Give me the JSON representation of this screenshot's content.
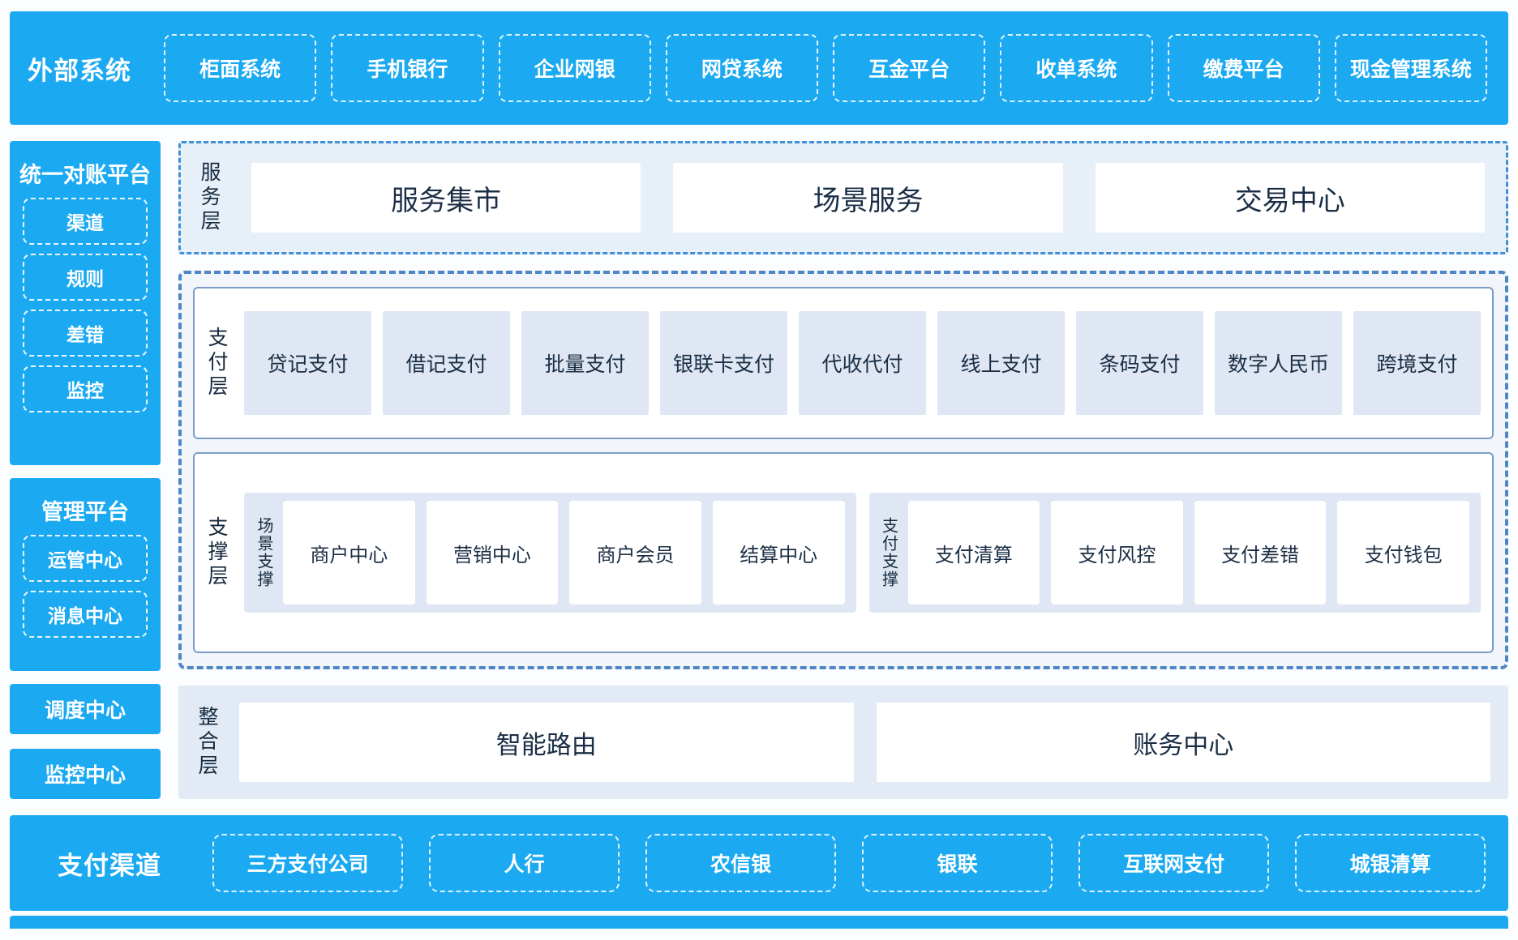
{
  "colors": {
    "accent_blue": "#1BAAF2",
    "panel_light_blue": "#E7EFF8",
    "card_light_blue": "#DEE7F3",
    "dashed_border_blue": "#4E86C6",
    "solid_border_blue": "#7B9CC9",
    "text_dark": "#1B2E45",
    "white": "#FFFFFF"
  },
  "top_bar": {
    "label": "外部系统",
    "items": [
      "柜面系统",
      "手机银行",
      "企业网银",
      "网贷系统",
      "互金平台",
      "收单系统",
      "缴费平台",
      "现金管理系统"
    ]
  },
  "sidebar": {
    "panels": [
      {
        "title": "统一对账平台",
        "items": [
          "渠道",
          "规则",
          "差错",
          "监控"
        ]
      },
      {
        "title": "管理平台",
        "items": [
          "运管中心",
          "消息中心"
        ]
      }
    ],
    "blocks": [
      "调度中心",
      "监控中心"
    ]
  },
  "layers": {
    "service": {
      "label": "服务层",
      "items": [
        "服务集市",
        "场景服务",
        "交易中心"
      ]
    },
    "payment": {
      "label": "支付层",
      "items": [
        "贷记支付",
        "借记支付",
        "批量支付",
        "银联卡支付",
        "代收代付",
        "线上支付",
        "条码支付",
        "数字人民币",
        "跨境支付"
      ]
    },
    "support": {
      "label": "支撑层",
      "groups": [
        {
          "label": "场景支撑",
          "items": [
            "商户中心",
            "营销中心",
            "商户会员",
            "结算中心"
          ]
        },
        {
          "label": "支付支撑",
          "items": [
            "支付清算",
            "支付风控",
            "支付差错",
            "支付钱包"
          ]
        }
      ]
    },
    "integration": {
      "label": "整合层",
      "items": [
        "智能路由",
        "账务中心"
      ]
    }
  },
  "bottom_bar": {
    "label": "支付渠道",
    "items": [
      "三方支付公司",
      "人行",
      "农信银",
      "银联",
      "互联网支付",
      "城银清算"
    ]
  }
}
